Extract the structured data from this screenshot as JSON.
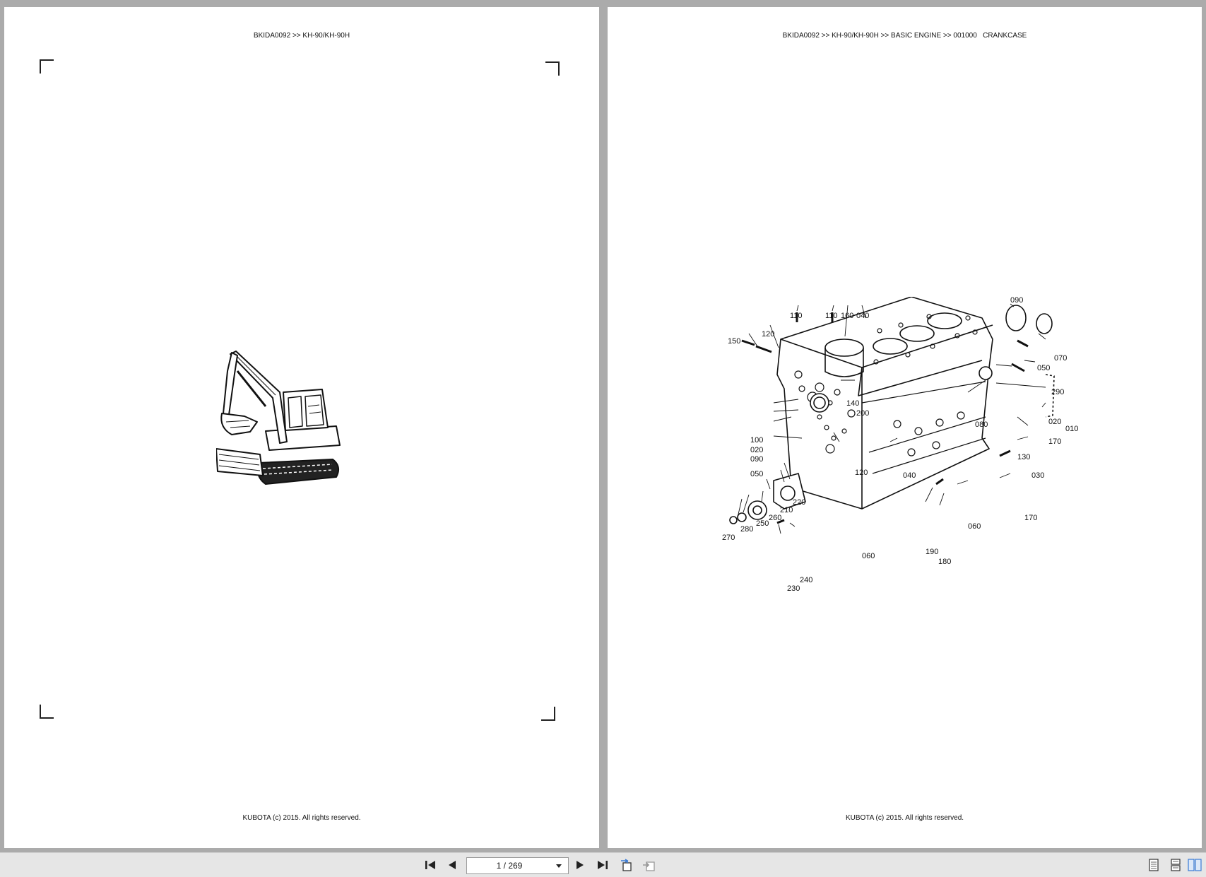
{
  "pages": [
    {
      "header": "BKIDA0092 >> KH-90/KH-90H",
      "footer": "KUBOTA (c) 2015. All rights reserved."
    },
    {
      "header": "BKIDA0092 >> KH-90/KH-90H >> BASIC ENGINE >> 001000   CRANKCASE",
      "footer": "KUBOTA (c) 2015. All rights reserved.",
      "callouts": [
        "090",
        "110",
        "110",
        "160",
        "040",
        "120",
        "150",
        "070",
        "050",
        "290",
        "140",
        "200",
        "080",
        "020",
        "010",
        "170",
        "100",
        "020",
        "090",
        "130",
        "050",
        "120",
        "040",
        "030",
        "220",
        "210",
        "260",
        "250",
        "280",
        "270",
        "170",
        "060",
        "060",
        "190",
        "180",
        "240",
        "230"
      ]
    }
  ],
  "toolbar": {
    "page_indicator": "1 / 269",
    "icons": [
      "first-page-icon",
      "previous-page-icon",
      "next-page-icon",
      "last-page-icon",
      "rotate-icon",
      "export-icon",
      "single-page-view-icon",
      "continuous-view-icon",
      "two-page-view-icon"
    ]
  },
  "colors": {
    "background": "#ababab",
    "page": "#ffffff",
    "toolbar": "#e6e6e6",
    "accent": "#3a7bd5"
  }
}
